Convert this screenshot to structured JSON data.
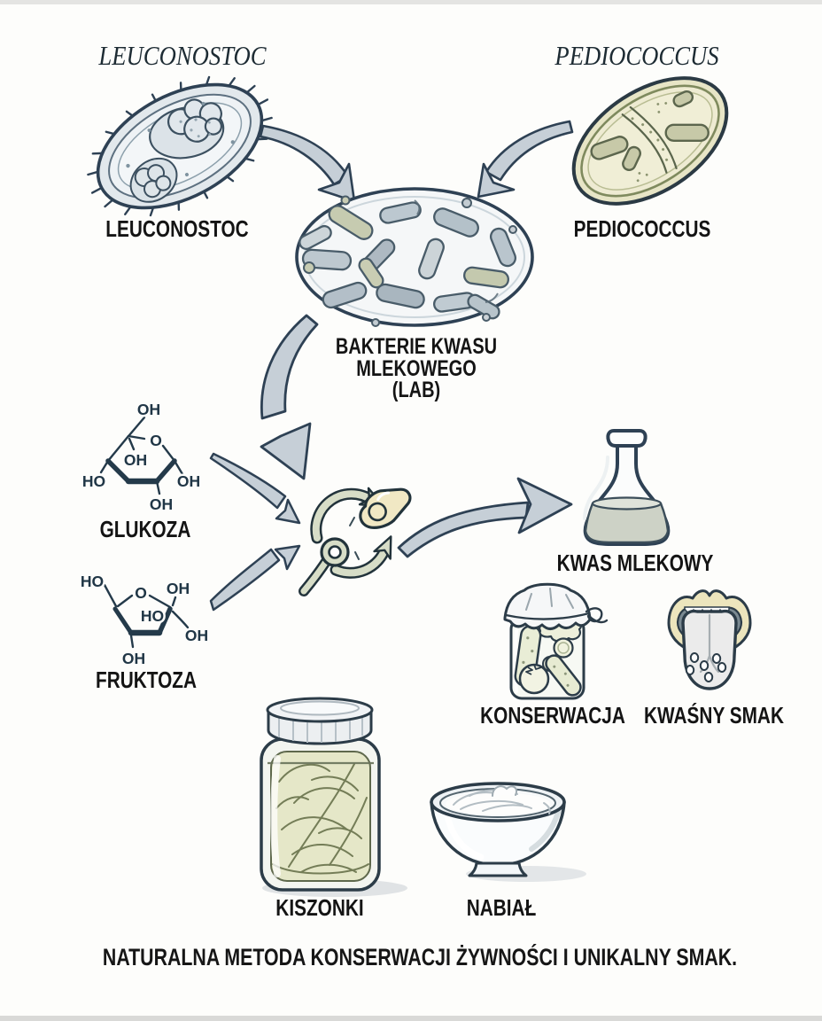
{
  "palette": {
    "paper": "#fdfdfb",
    "ink": "#141414",
    "line": "#2e4154",
    "arrow": "#c6cfd7",
    "cycle": "#d7ddc7",
    "cream": "#f1e8c4",
    "liquid": "#cdd2c6",
    "olivecell": "#e7e5c6",
    "bluecell": "#e6ebef",
    "cabbage": "#e5e7c8"
  },
  "header": {
    "left_species_title": "LEUCONOSTOC",
    "right_species_title": "PEDIOCOCCUS"
  },
  "nodes": {
    "leuconostoc_label": "LEUCONOSTOC",
    "pediococcus_label": "PEDIOCOCCUS",
    "lab_label_line1": "BAKTERIE KWASU",
    "lab_label_line2": "MLEKOWEGO",
    "lab_label_line3": "(LAB)",
    "glucose_label": "GLUKOZA",
    "fructose_label": "FRUKTOZA",
    "lactic_acid_label": "KWAS MLEKOWY",
    "preservation_label": "KONSERWACJA",
    "sour_taste_label": "KWAŚNY SMAK",
    "pickles_label": "KISZONKI",
    "dairy_label": "NABIAŁ"
  },
  "glucose_atoms": {
    "ch2oh_top": "OH",
    "ring_oxygen": "O",
    "inner_oh": "OH",
    "left_ho": "HO",
    "right_oh": "OH",
    "bottom_oh": "OH"
  },
  "fructose_atoms": {
    "top_left_ho": "HO",
    "ring_oxygen": "O",
    "top_right_oh": "OH",
    "inner_ho": "HO",
    "right_oh": "OH",
    "bottom_oh": "OH"
  },
  "icons": {
    "leuconostoc_cell": "bacterium-capsule-illustration",
    "pediococcus_cell": "bacterium-divided-illustration",
    "lab_colony": "bacteria-colony-oval-illustration",
    "fermentation_cycle": "fermentation-cycle-icon",
    "flask": "erlenmeyer-flask-icon",
    "pickle_jar": "pickled-vegetables-jar-icon",
    "tongue": "tongue-icon",
    "sauerkraut_jar": "sauerkraut-jar-icon",
    "yogurt_bowl": "yogurt-bowl-icon"
  },
  "footer": {
    "caption": "NATURALNA METODA KONSERWACJI ŻYWNOŚCI I UNIKALNY SMAK."
  }
}
